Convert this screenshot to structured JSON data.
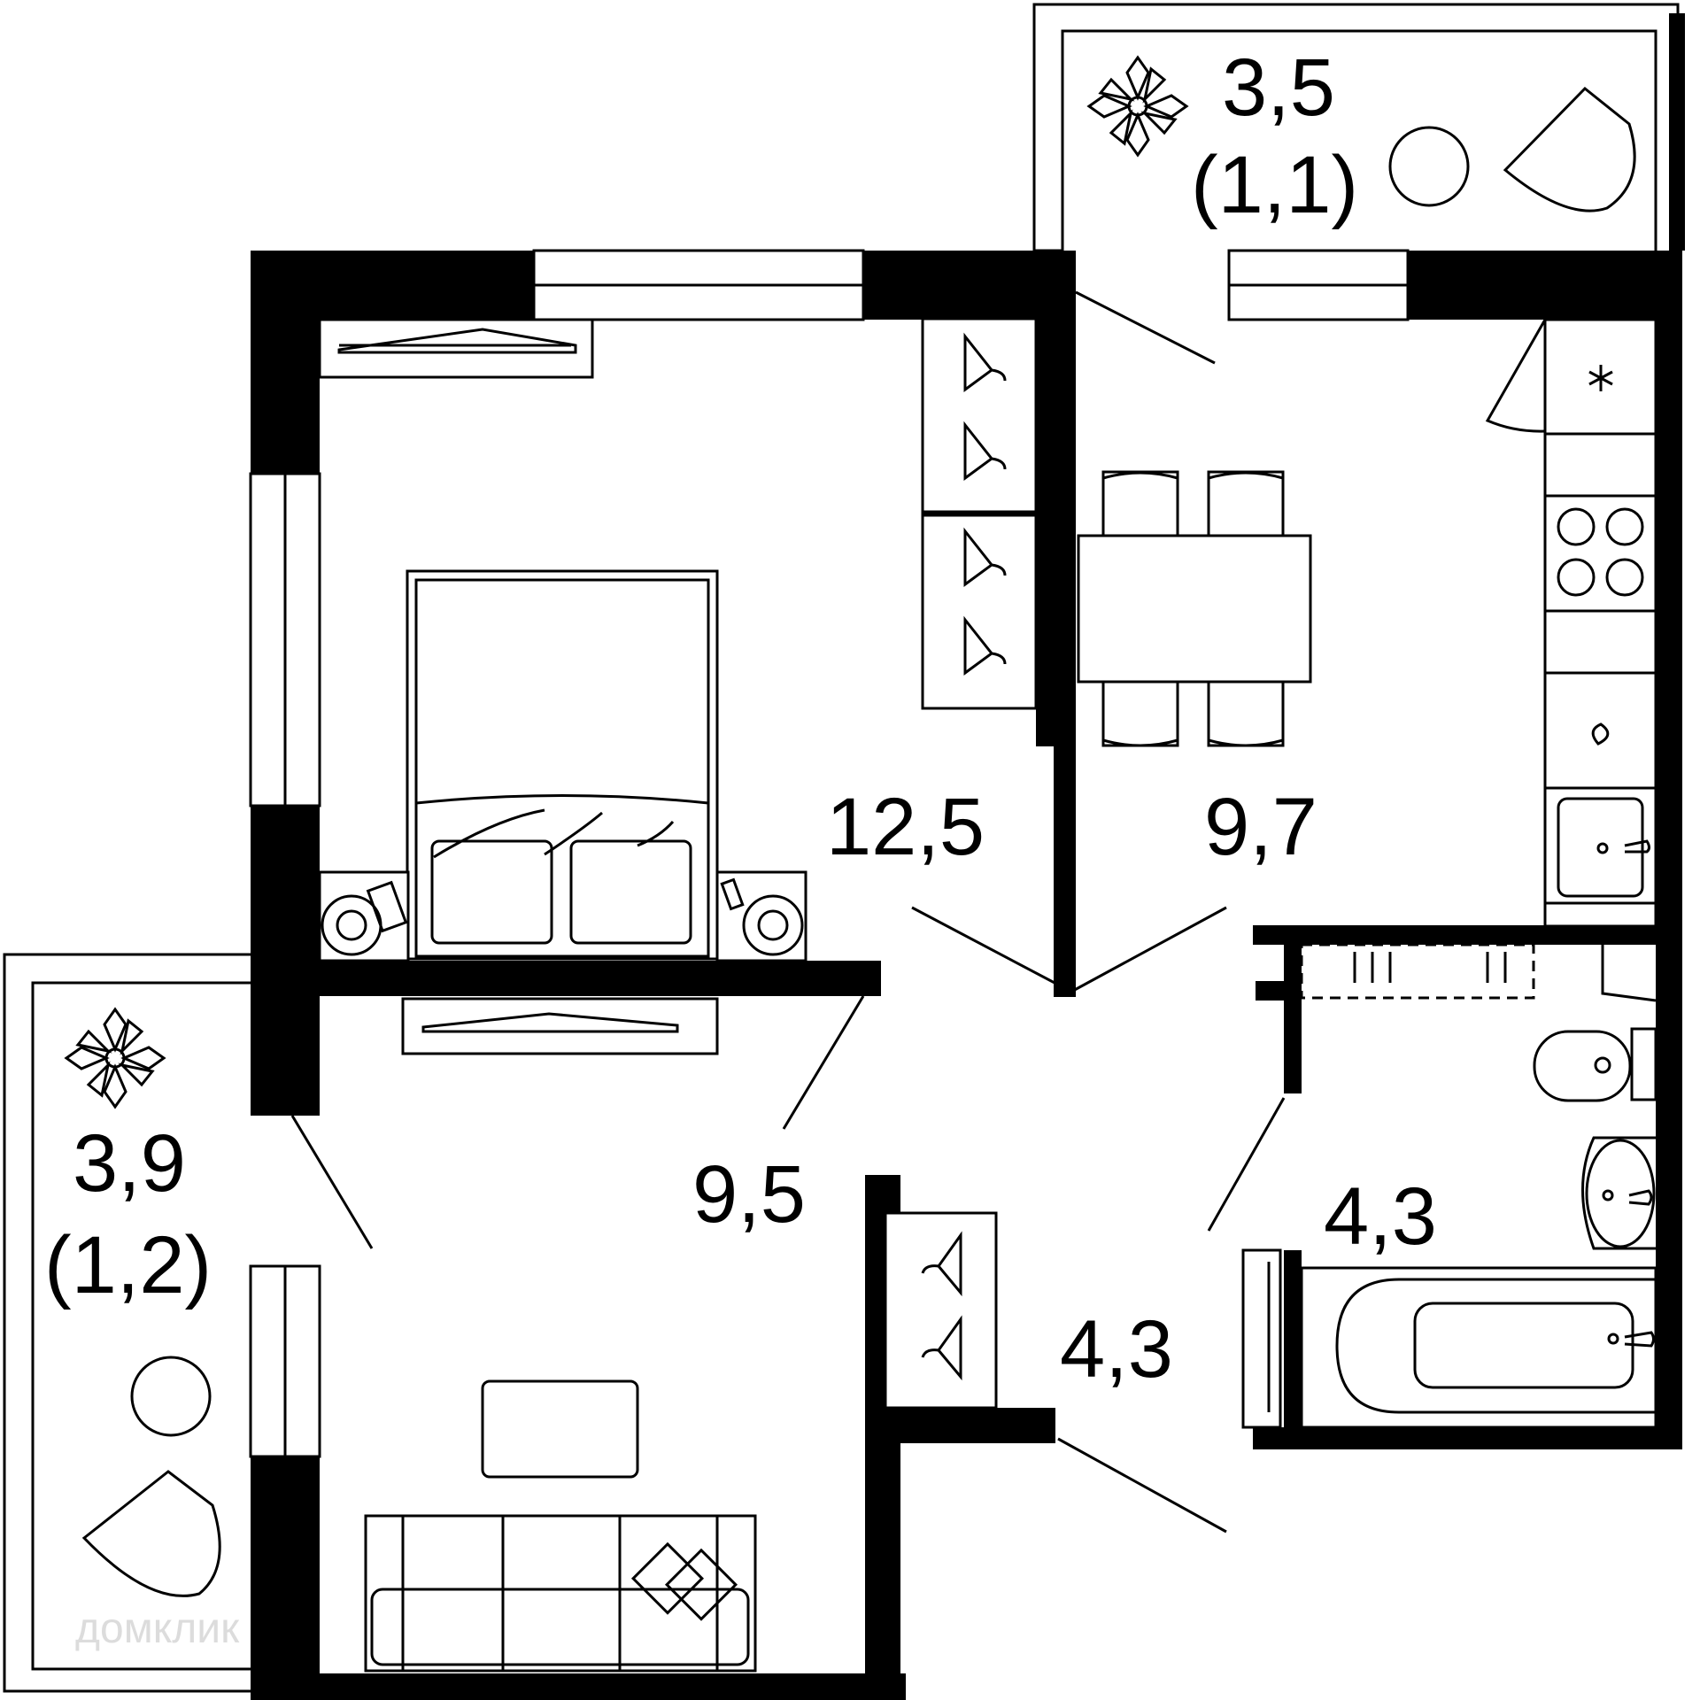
{
  "rooms": {
    "balcony_top_area": "3,5",
    "balcony_top_reduced": "(1,1)",
    "bedroom_area": "12,5",
    "kitchen_area": "9,7",
    "living_area": "9,5",
    "hall_area": "4,3",
    "bathroom_area": "4,3",
    "balcony_left_area": "3,9",
    "balcony_left_reduced": "(1,2)"
  },
  "watermark": "домклик",
  "colors": {
    "wall": "#000000",
    "background": "#ffffff"
  }
}
